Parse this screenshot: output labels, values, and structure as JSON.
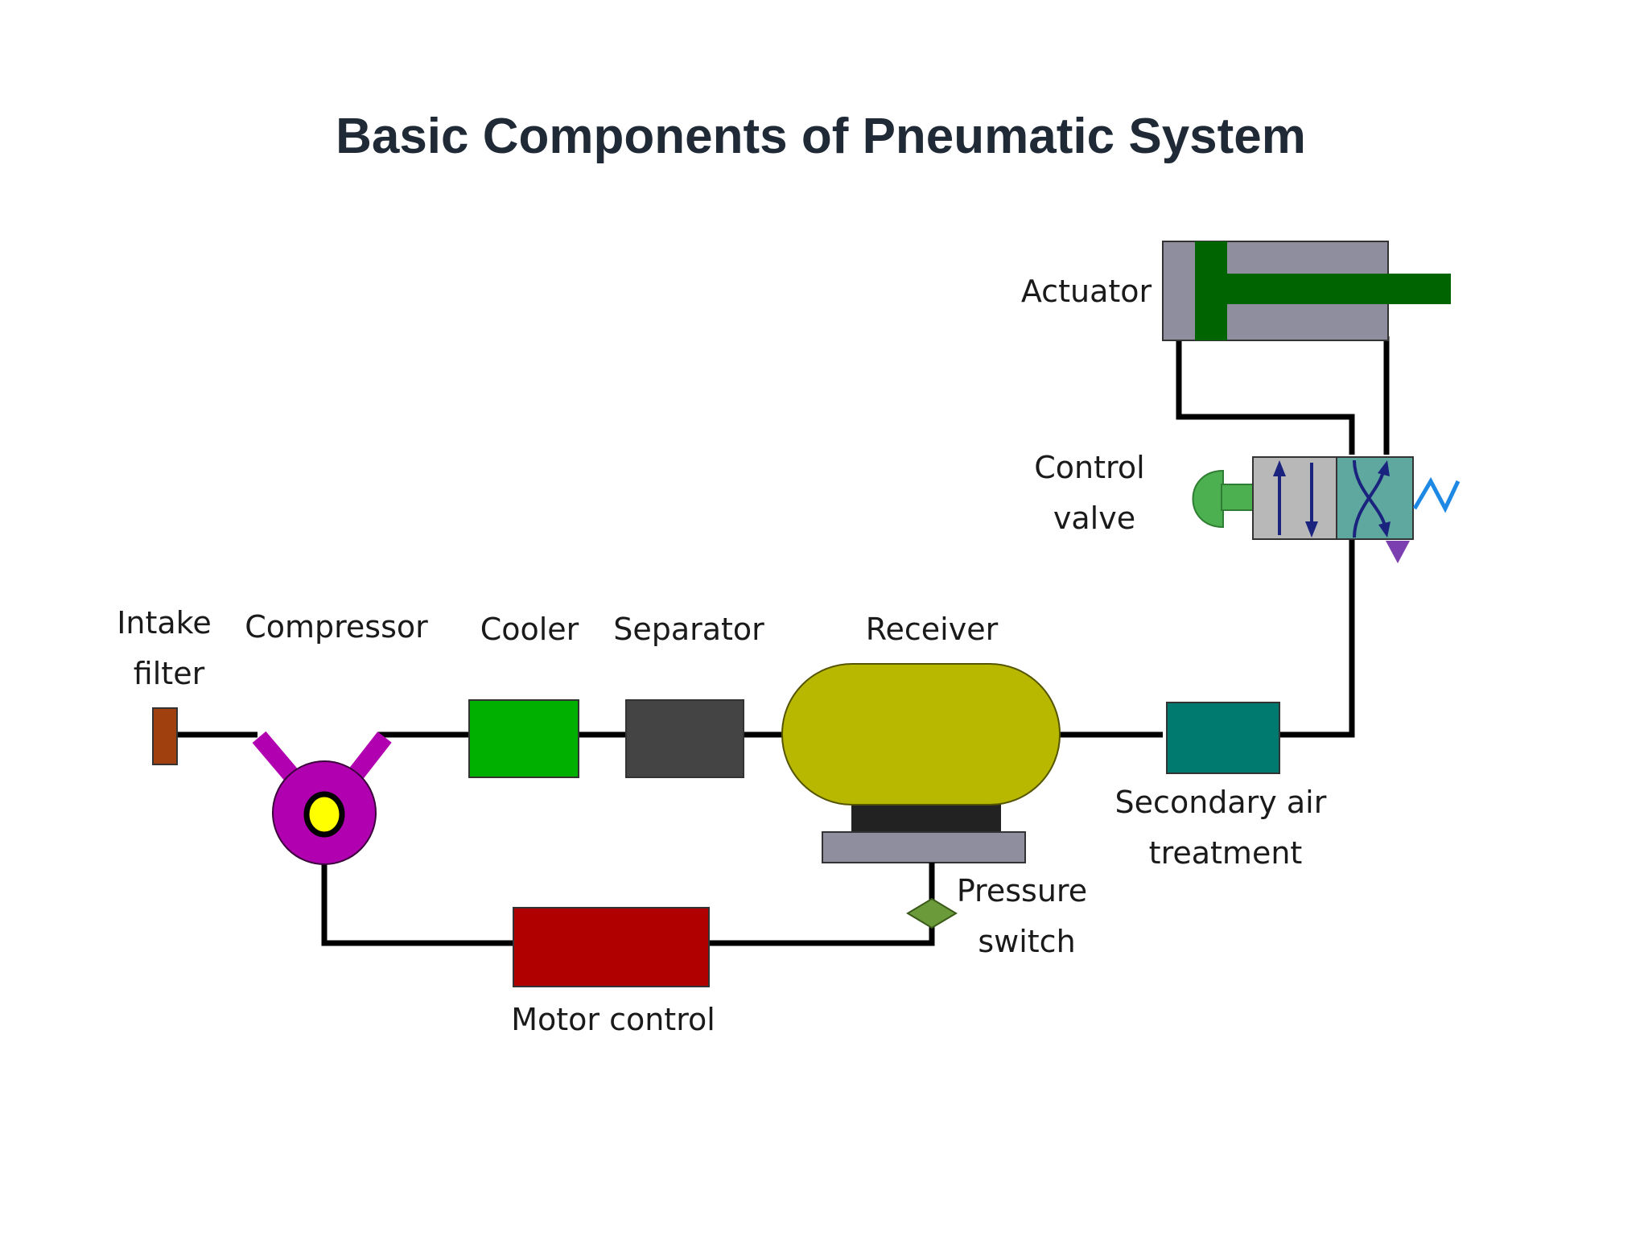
{
  "title": "Basic Components of Pneumatic System",
  "labels": {
    "intake_filter": [
      "Intake",
      "filter"
    ],
    "compressor": "Compressor",
    "cooler": "Cooler",
    "separator": "Separator",
    "receiver": "Receiver",
    "secondary_air_treatment": [
      "Secondary air",
      "treatment"
    ],
    "pressure_switch": [
      "Pressure",
      "switch"
    ],
    "motor_control": "Motor control",
    "control_valve": [
      "Control",
      "valve"
    ],
    "actuator": "Actuator"
  },
  "colors": {
    "intake_filter": "#a0400e",
    "compressor": "#b000b0",
    "compressor_core": "#ffff00",
    "cooler": "#00b000",
    "separator": "#444444",
    "receiver": "#b8b800",
    "receiver_base": "#222222",
    "receiver_plate": "#8e8e9e",
    "secondary_air_treatment": "#007a6e",
    "pressure_switch": "#6b9a3a",
    "motor_control": "#b00000",
    "valve_body": "#b8b8b8",
    "valve_active": "#5fa8a0",
    "valve_button": "#4caf50",
    "valve_spring": "#1e88e5",
    "valve_arrow": "#1a237e",
    "exhaust": "#7b3fb0",
    "actuator_body": "#8e8e9e",
    "actuator_rod": "#006400",
    "pipe": "#000000"
  }
}
